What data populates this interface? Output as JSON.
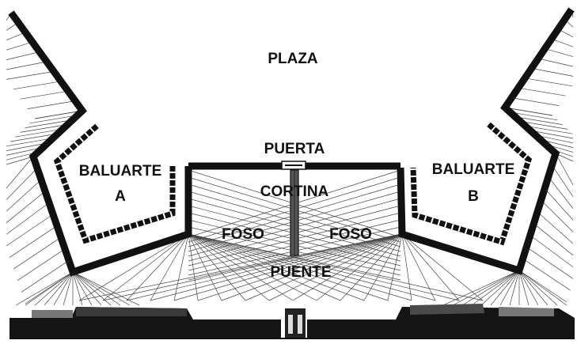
{
  "diagram": {
    "labels": {
      "plaza": "PLAZA",
      "puerta": "PUERTA",
      "baluarte_a_line1": "BALUARTE",
      "baluarte_a_line2": "A",
      "baluarte_b_line1": "BALUARTE",
      "baluarte_b_line2": "B",
      "cortina": "CORTINA",
      "foso_left": "FOSO",
      "foso_right": "FOSO",
      "puente": "PUENTE"
    }
  }
}
